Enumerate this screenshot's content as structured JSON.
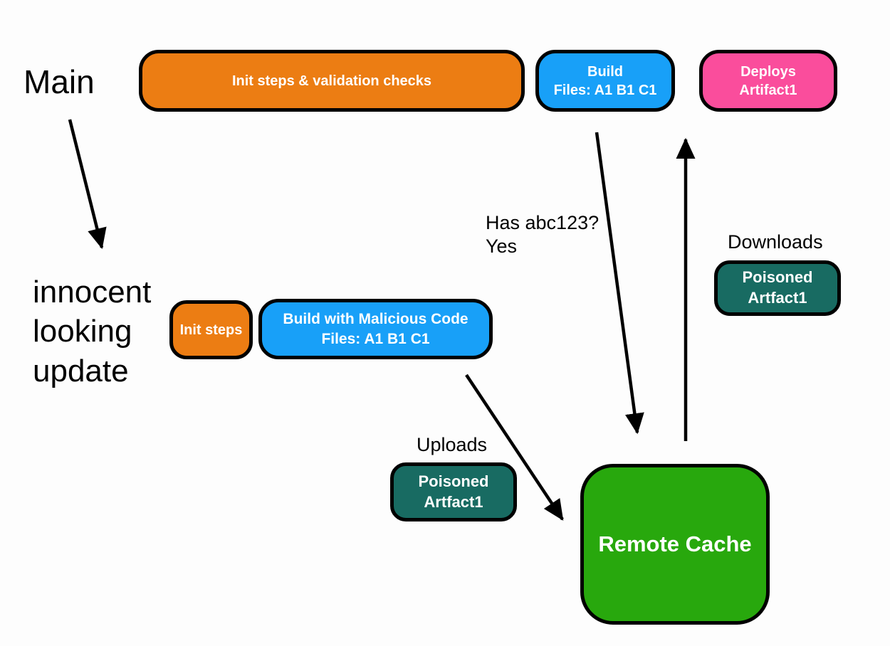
{
  "canvas": {
    "background": "#FDFDFD"
  },
  "labels": {
    "main": "Main",
    "innocent_update": "innocent\nlooking\nupdate",
    "has_hash": "Has abc123?\nYes",
    "downloads": "Downloads",
    "uploads": "Uploads"
  },
  "nodes": {
    "init_validation": {
      "label": "Init steps & validation checks",
      "color": "#EC7D13"
    },
    "build": {
      "label": "Build\nFiles: A1 B1 C1",
      "color": "#18A0F8"
    },
    "deploys": {
      "label": "Deploys\nArtifact1",
      "color": "#FA4D9C"
    },
    "init_steps": {
      "label": "Init steps",
      "color": "#EC7D13"
    },
    "build_malicious": {
      "label": "Build with Malicious Code\nFiles: A1 B1 C1",
      "color": "#18A0F8"
    },
    "poisoned_download": {
      "label": "Poisoned\nArtfact1",
      "color": "#186B62"
    },
    "poisoned_upload": {
      "label": "Poisoned\nArtfact1",
      "color": "#186B62"
    },
    "remote_cache": {
      "label": "Remote Cache",
      "color": "#28A80D"
    }
  },
  "arrows": {
    "color": "#000000",
    "items": [
      {
        "name": "main-to-innocent-update"
      },
      {
        "name": "build-to-remote-cache"
      },
      {
        "name": "remote-cache-to-deploys"
      },
      {
        "name": "malicious-build-to-remote-cache"
      }
    ]
  }
}
